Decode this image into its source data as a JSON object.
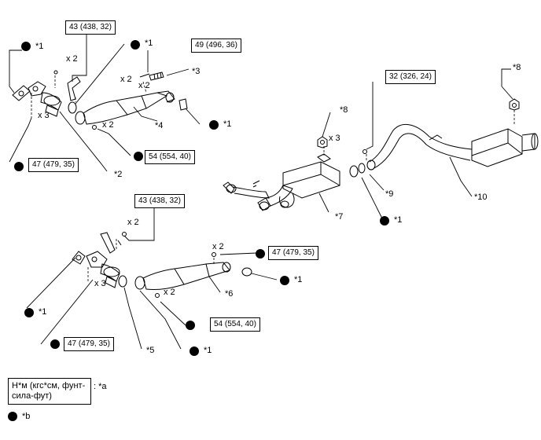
{
  "callouts": {
    "c1": "*1",
    "c2": "*2",
    "c3": "*3",
    "c4": "*4",
    "c5": "*5",
    "c6": "*6",
    "c7": "*7",
    "c8": "*8",
    "c9": "*9",
    "c10": "*10"
  },
  "torque": {
    "t43": "43 (438, 32)",
    "t49": "49 (496, 36)",
    "t32": "32 (326, 24)",
    "t47": "47 (479, 35)",
    "t54": "54 (554, 40)"
  },
  "multipliers": {
    "x2": "x 2",
    "x3": "x 3"
  },
  "legend": {
    "unit_text": "Н*м (кгс*см, фунт-сила-фут)",
    "unit_key": ": *a",
    "dot_key": "*b"
  }
}
